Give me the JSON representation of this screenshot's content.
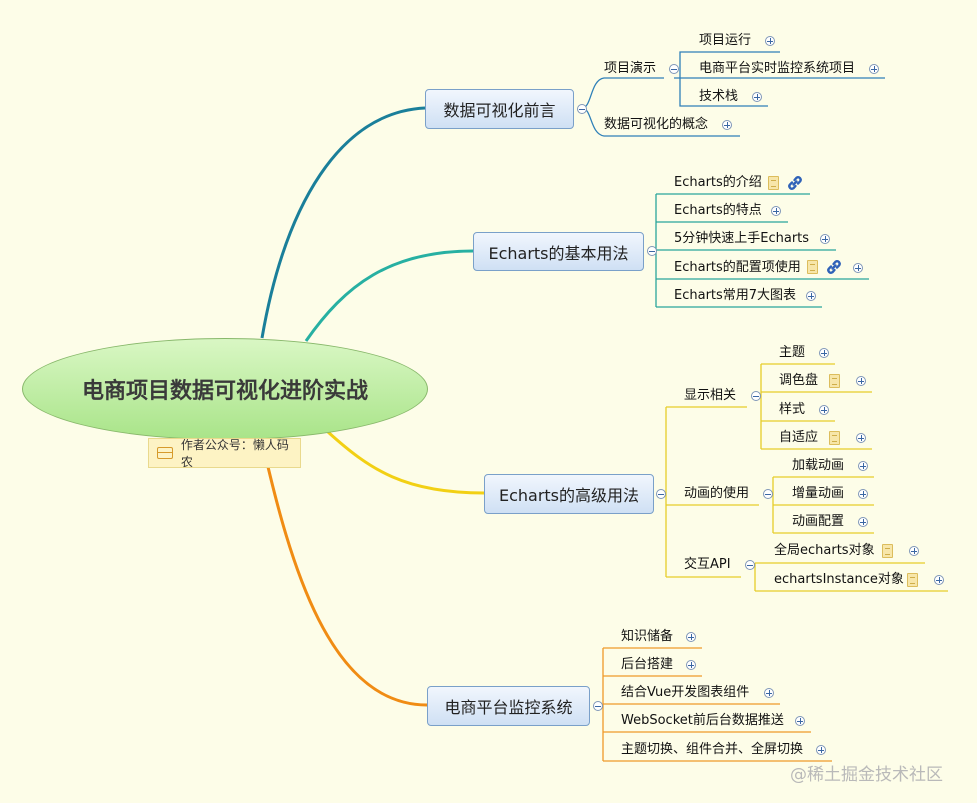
{
  "root": {
    "title": "电商项目数据可视化进阶实战",
    "note": "作者公众号：懒人码农"
  },
  "branches": [
    {
      "title": "数据可视化前言",
      "children": [
        {
          "label": "项目演示",
          "children": [
            "项目运行",
            "电商平台实时监控系统项目",
            "技术栈"
          ]
        },
        {
          "label": "数据可视化的概念"
        }
      ]
    },
    {
      "title": "Echarts的基本用法",
      "children": [
        {
          "label": "Echarts的介绍"
        },
        {
          "label": "Echarts的特点"
        },
        {
          "label": "5分钟快速上手Echarts"
        },
        {
          "label": "Echarts的配置项使用"
        },
        {
          "label": "Echarts常用7大图表"
        }
      ]
    },
    {
      "title": "Echarts的高级用法",
      "children": [
        {
          "label": "显示相关",
          "children": [
            "主题",
            "调色盘",
            "样式",
            "自适应"
          ]
        },
        {
          "label": "动画的使用",
          "children": [
            "加载动画",
            "增量动画",
            "动画配置"
          ]
        },
        {
          "label": "交互API",
          "children": [
            "全局echarts对象",
            "echartsInstance对象"
          ]
        }
      ]
    },
    {
      "title": "电商平台监控系统",
      "children": [
        {
          "label": "知识储备"
        },
        {
          "label": "后台搭建"
        },
        {
          "label": "结合Vue开发图表组件"
        },
        {
          "label": "WebSocket前后台数据推送"
        },
        {
          "label": "主题切换、组件合并、全屏切换"
        }
      ]
    }
  ],
  "watermark": "@稀土掘金技术社区",
  "colors": {
    "branch1": "#1a7f9a",
    "branch2": "#27b0a2",
    "branch3": "#f2d014",
    "branch4": "#f08c14",
    "main_border": "#7aa0c9",
    "sub_line_blue": "#2f80b8",
    "sub_line_teal": "#2aa69a",
    "sub_line_yellow": "#e7cd2a",
    "sub_line_orange": "#f09a2a"
  }
}
